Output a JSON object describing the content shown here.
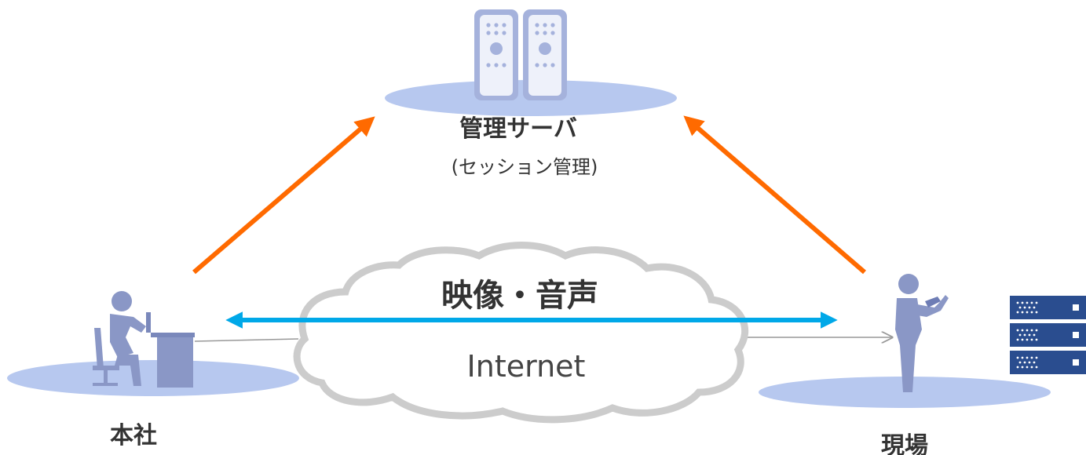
{
  "server": {
    "title": "管理サーバ",
    "subtitle": "(セッション管理)"
  },
  "hq": {
    "label": "本社"
  },
  "site": {
    "label": "現場"
  },
  "network": {
    "stream_label": "映像・音声",
    "cloud_label": "Internet"
  },
  "colors": {
    "ellipse": "#b7c8ef",
    "person": "#8a97c6",
    "server": "#a5b2dc",
    "arrow_orange": "#ff6a00",
    "arrow_blue": "#00a8e8",
    "cloud_stroke": "#cccccc",
    "rack": "#2a4d8f"
  },
  "icons": [
    "server-icon",
    "worker-at-desk-icon",
    "field-worker-icon",
    "cloud-icon",
    "rack-server-icon"
  ]
}
